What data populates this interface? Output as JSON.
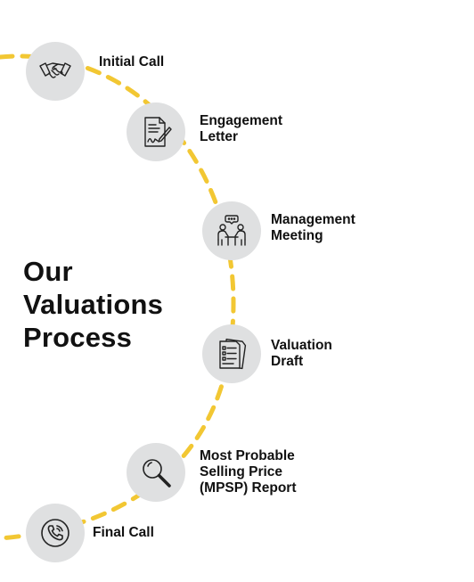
{
  "heading": {
    "line1": "Our",
    "line2": "Valuations",
    "line3": "Process"
  },
  "accent_color": "#f2c733",
  "circle_color": "#dfe0e1",
  "steps": [
    {
      "label": "Initial Call",
      "icon": "handshake-icon"
    },
    {
      "label": "Engagement\nLetter",
      "icon": "signed-document-icon"
    },
    {
      "label": "Management\nMeeting",
      "icon": "meeting-icon"
    },
    {
      "label": "Valuation\nDraft",
      "icon": "checklist-document-icon"
    },
    {
      "label": "Most Probable\nSelling Price\n(MPSP) Report",
      "icon": "magnifier-icon"
    },
    {
      "label": "Final Call",
      "icon": "phone-icon"
    }
  ]
}
